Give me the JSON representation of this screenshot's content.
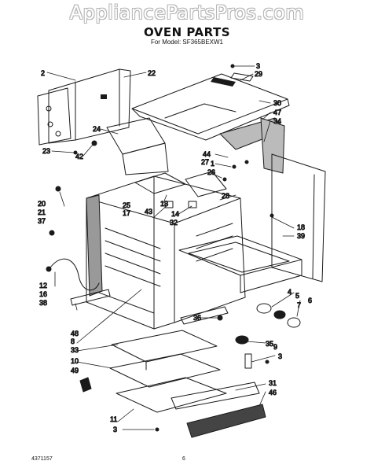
{
  "watermark": "AppliancePartsPros.com",
  "title": "OVEN PARTS",
  "model_line": "For Model: SF365BEXW1",
  "callouts": {
    "n2": "2",
    "n22": "22",
    "n3a": "3",
    "n29": "29",
    "n30": "30",
    "n47": "47",
    "n34": "34",
    "n24": "24",
    "n23": "23",
    "n42": "42",
    "n44": "44",
    "n1": "1",
    "n27": "27",
    "n26": "26",
    "n20": "20",
    "n21": "21",
    "n37": "37",
    "n13": "13",
    "n25": "25",
    "n17": "17",
    "n43": "43",
    "n14": "14",
    "n32": "32",
    "n28": "28",
    "n18": "18",
    "n39": "39",
    "n12": "12",
    "n16": "16",
    "n38": "38",
    "n4": "4",
    "n5": "5",
    "n7": "7",
    "n6": "6",
    "n36": "36",
    "n48": "48",
    "n8": "8",
    "n33": "33",
    "n35": "35",
    "n9": "9",
    "n3b": "3",
    "n10": "10",
    "n49": "49",
    "n31": "31",
    "n46": "46",
    "n11": "11",
    "n3c": "3"
  },
  "footer": {
    "doc_number": "4371157",
    "page": "6"
  }
}
